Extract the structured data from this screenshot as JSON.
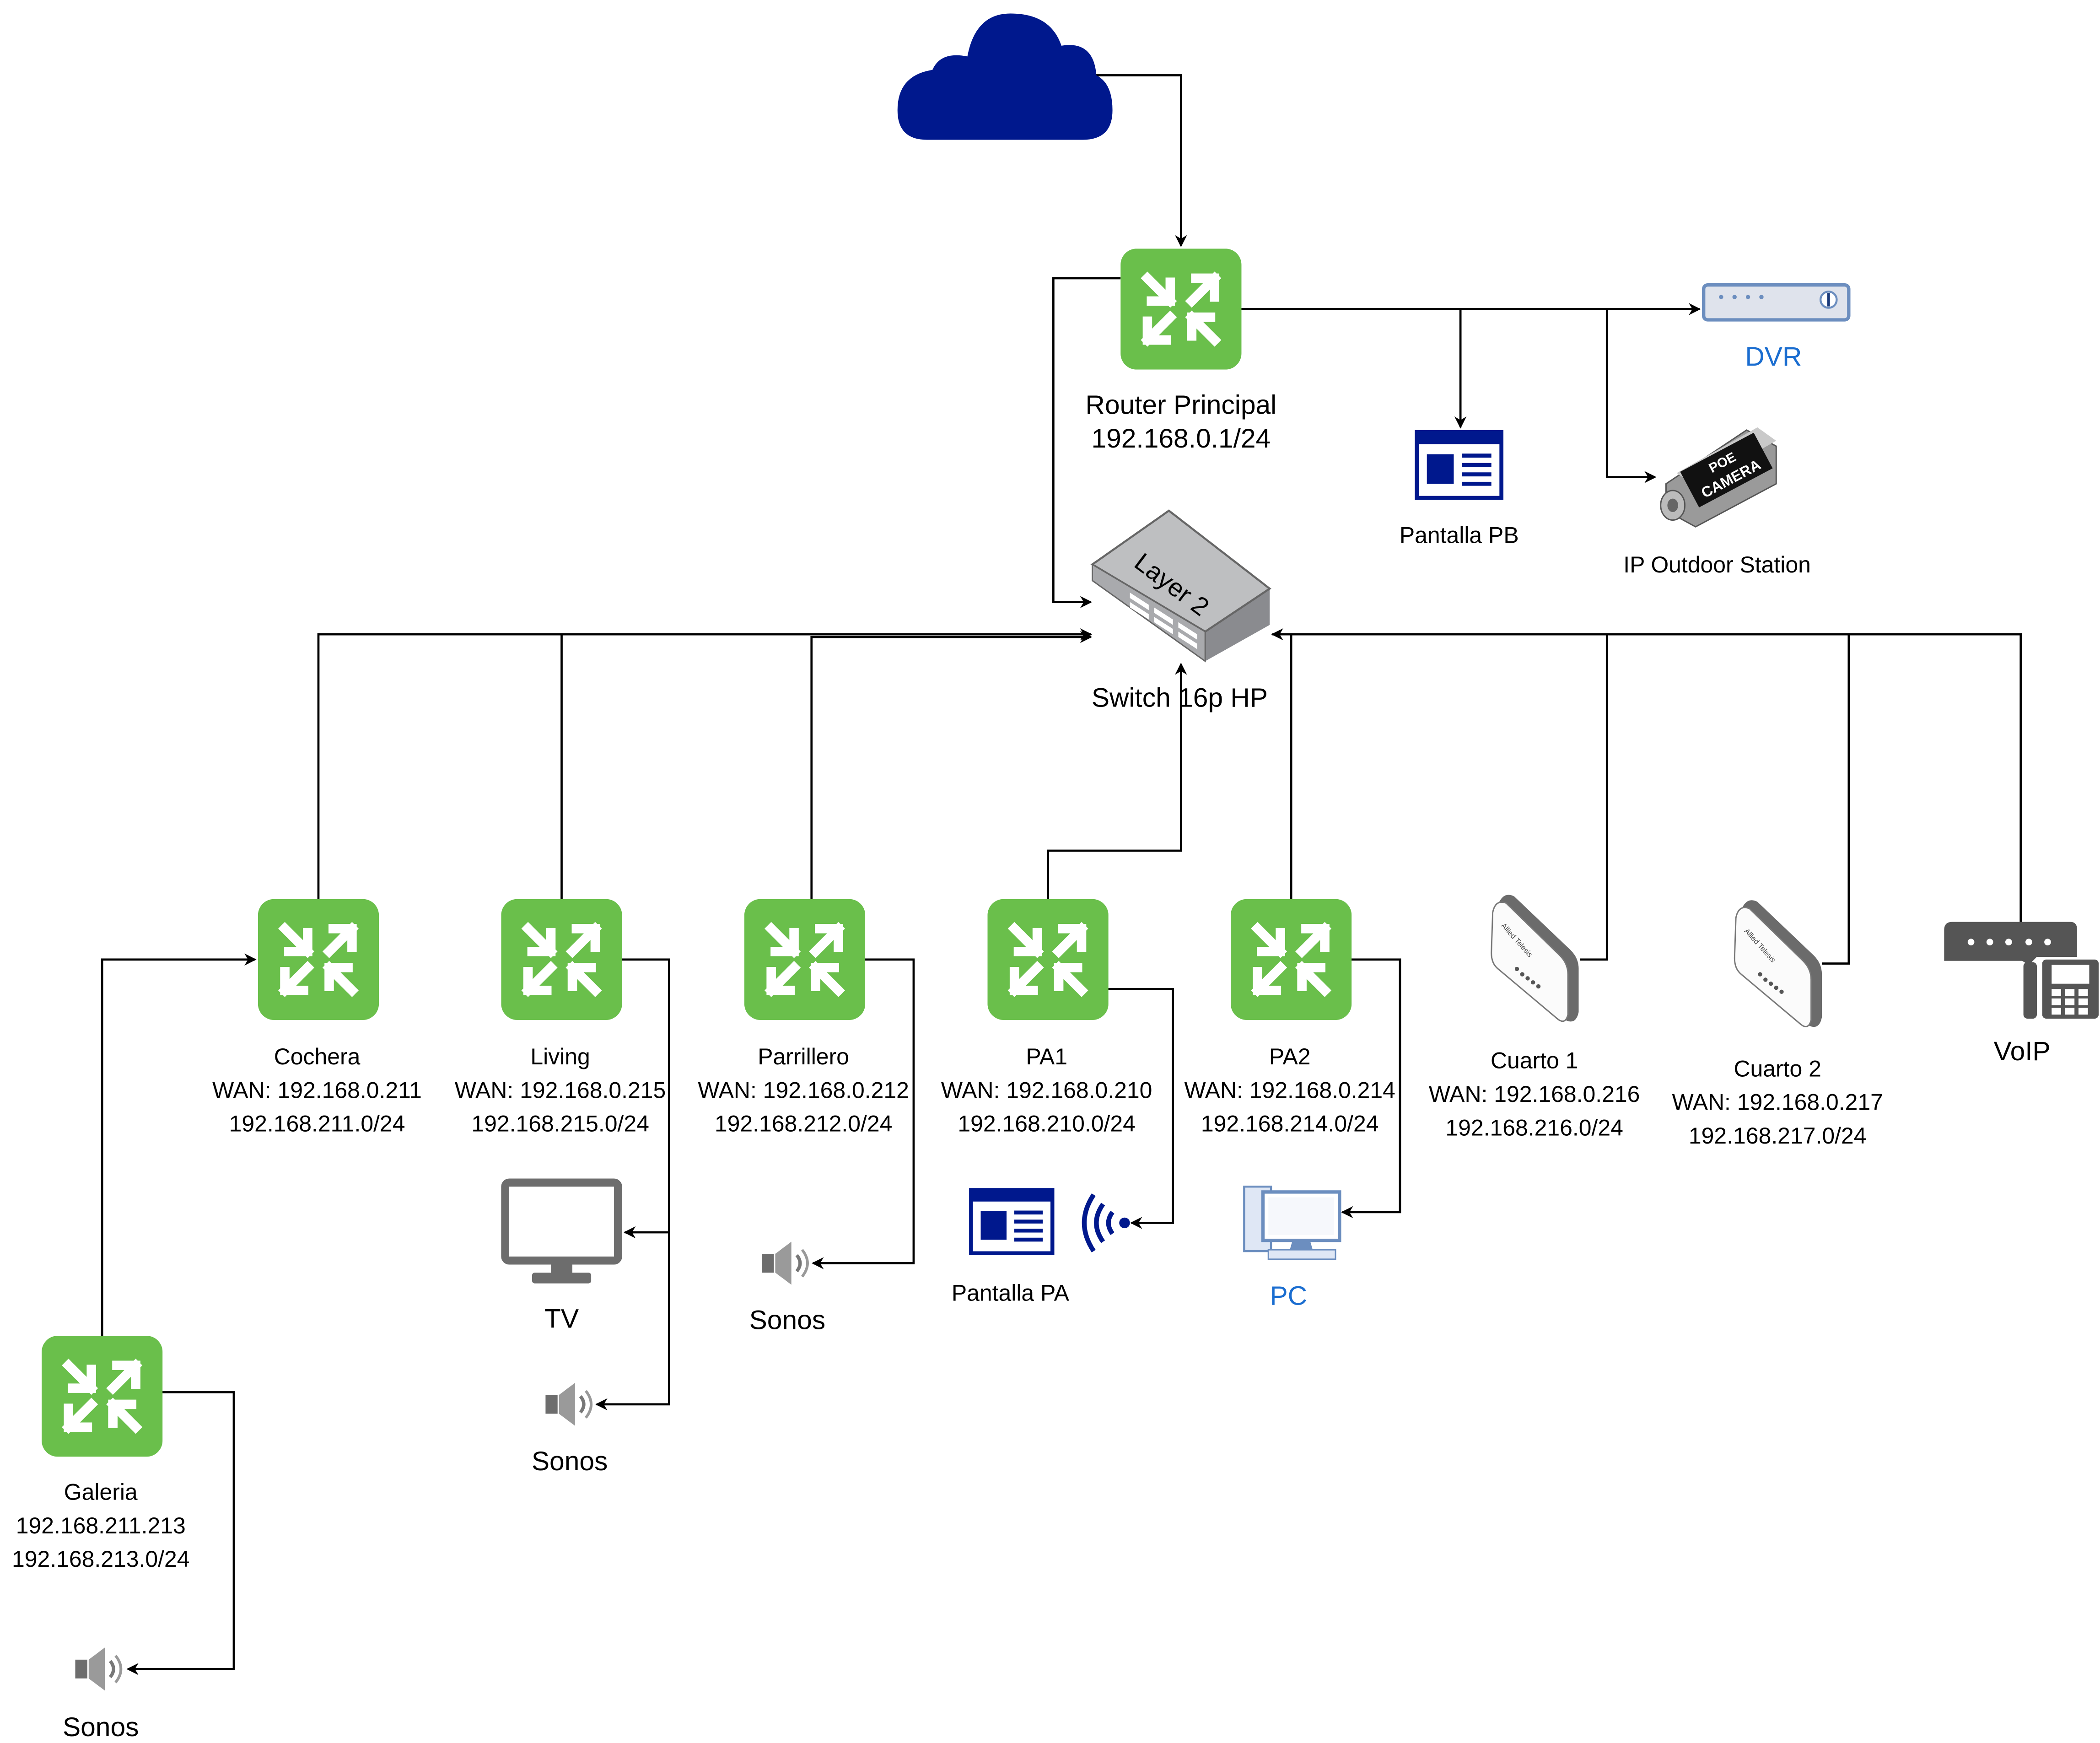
{
  "colors": {
    "router": "#6abf4b",
    "cloud": "#00188d",
    "device_blue": "#00188d",
    "link_text": "#1a6dd0",
    "gray": "#5a5a5a"
  },
  "cloud": {
    "icon": "cloud-icon"
  },
  "router_principal": {
    "name": "Router Principal",
    "ip": "192.168.0.1/24",
    "icon": "router-icon"
  },
  "dvr": {
    "name": "DVR",
    "icon": "dvr-icon"
  },
  "pantalla_pb": {
    "name": "Pantalla PB",
    "icon": "display-icon"
  },
  "camera": {
    "name": "IP Outdoor Station",
    "badge_top": "POE",
    "badge_bottom": "CAMERA",
    "icon": "camera-icon"
  },
  "switch": {
    "name": "Switch 16p HP",
    "face_text": "Layer 2",
    "icon": "switch-icon"
  },
  "routers": [
    {
      "name": "Cochera",
      "wan": "WAN: 192.168.0.211",
      "lan": "192.168.211.0/24"
    },
    {
      "name": "Living",
      "wan": "WAN: 192.168.0.215",
      "lan": "192.168.215.0/24"
    },
    {
      "name": "Parrillero",
      "wan": "WAN: 192.168.0.212",
      "lan": "192.168.212.0/24"
    },
    {
      "name": "PA1",
      "wan": "WAN: 192.168.0.210",
      "lan": "192.168.210.0/24"
    },
    {
      "name": "PA2",
      "wan": "WAN: 192.168.0.214",
      "lan": "192.168.214.0/24"
    }
  ],
  "access_points": [
    {
      "name": "Cuarto 1",
      "wan": "WAN: 192.168.0.216",
      "lan": "192.168.216.0/24",
      "brand": "Allied Telesis"
    },
    {
      "name": "Cuarto 2",
      "wan": "WAN: 192.168.0.217",
      "lan": "192.168.217.0/24",
      "brand": "Allied Telesis"
    }
  ],
  "voip": {
    "name": "VoIP",
    "icon": "voip-phone-icon"
  },
  "galeria": {
    "name": "Galeria",
    "wan": "192.168.211.213",
    "lan": "192.168.213.0/24"
  },
  "endpoints": {
    "tv": "TV",
    "sonos_living": "Sonos",
    "sonos_parrillero": "Sonos",
    "sonos_galeria": "Sonos",
    "pantalla_pa": "Pantalla PA",
    "pc": "PC"
  }
}
